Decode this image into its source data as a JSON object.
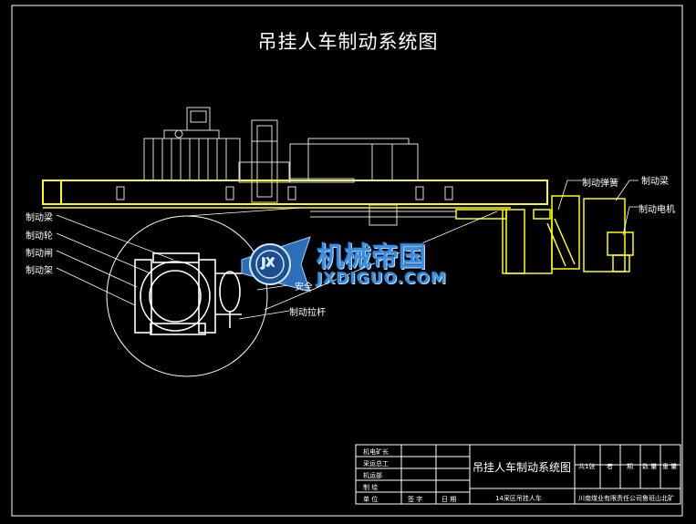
{
  "drawing": {
    "title": "吊挂人车制动系统图",
    "colors": {
      "background": "#000000",
      "frame": "#ffffff",
      "rail": "#ffff00",
      "detail": "#ffffff",
      "watermark": "#3b8fe0"
    }
  },
  "labels": {
    "left": [
      "制动梁",
      "制动轮",
      "制动闸",
      "制动架"
    ],
    "right": [
      "制动弹簧",
      "制动梁",
      "制动电机"
    ],
    "safety": "安全",
    "pull_rod": "制动拉杆"
  },
  "watermark": {
    "logo_letters": "JX",
    "brand_cn": "机械帝国",
    "brand_en": "JXDIGUO.COM"
  },
  "title_block": {
    "rows": [
      "机电矿长",
      "采运总工",
      "机运部",
      "制  绘",
      "单  位"
    ],
    "footer": [
      "签 字",
      "日 期"
    ],
    "drawing_name": "吊挂人车制动系统图",
    "header_cells": [
      "共1张",
      "者",
      "期",
      "数 量",
      "重 量"
    ],
    "subtitle": "14采区吊挂人车",
    "company": "川南煤业有限责任公司鲁班山北矿"
  }
}
